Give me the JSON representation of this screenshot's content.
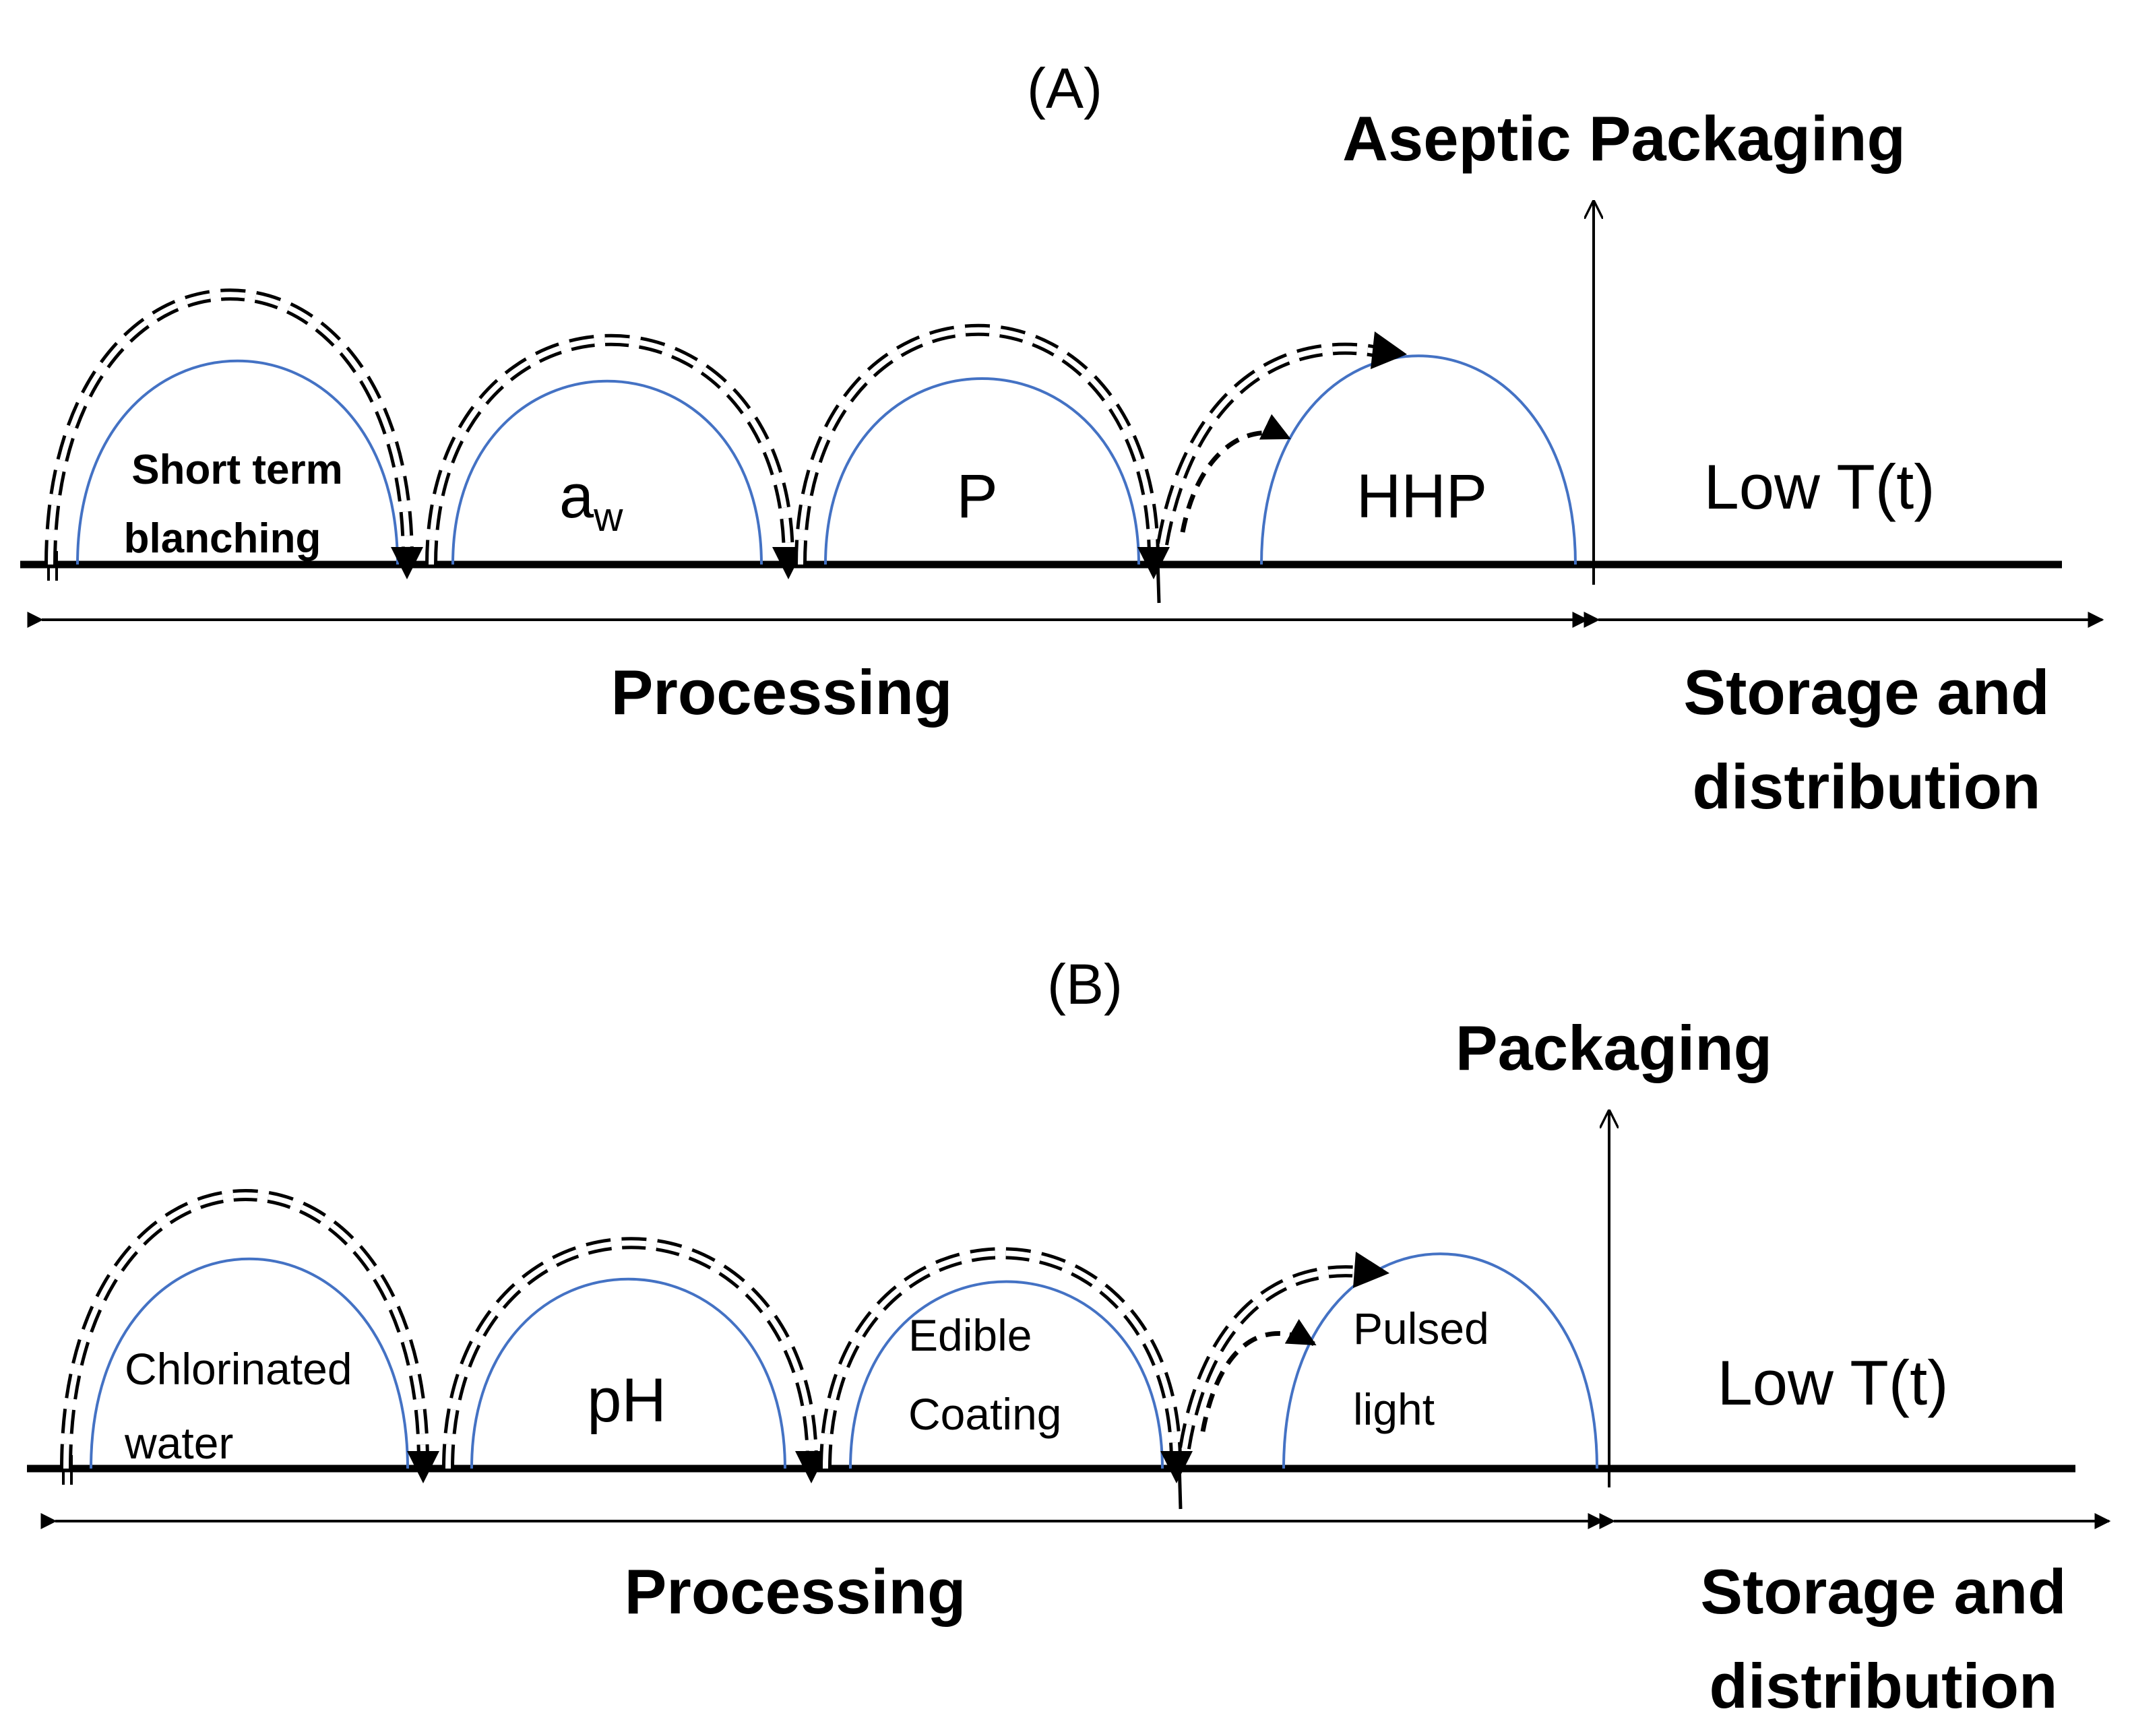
{
  "panel_a": {
    "label": "(A)",
    "final_step_title": "Aseptic Packaging",
    "hurdles": {
      "h1_line1": "Short term",
      "h1_line2": "blanching",
      "h2_main": "a",
      "h2_sub": "w",
      "h3": "P",
      "h4": "HHP"
    },
    "storage_condition": "Low T(t)",
    "processing_label": "Processing",
    "storage_line1": "Storage and",
    "storage_line2": "distribution"
  },
  "panel_b": {
    "label": "(B)",
    "final_step_title": "Packaging",
    "hurdles": {
      "h1_line1": "Chlorinated",
      "h1_line2": "water",
      "h2": "pH",
      "h3_line1": "Edible",
      "h3_line2": "Coating",
      "h4_line1": "Pulsed",
      "h4_line2": "light"
    },
    "storage_condition": "Low T(t)",
    "processing_label": "Processing",
    "storage_line1": "Storage and",
    "storage_line2": "distribution"
  }
}
